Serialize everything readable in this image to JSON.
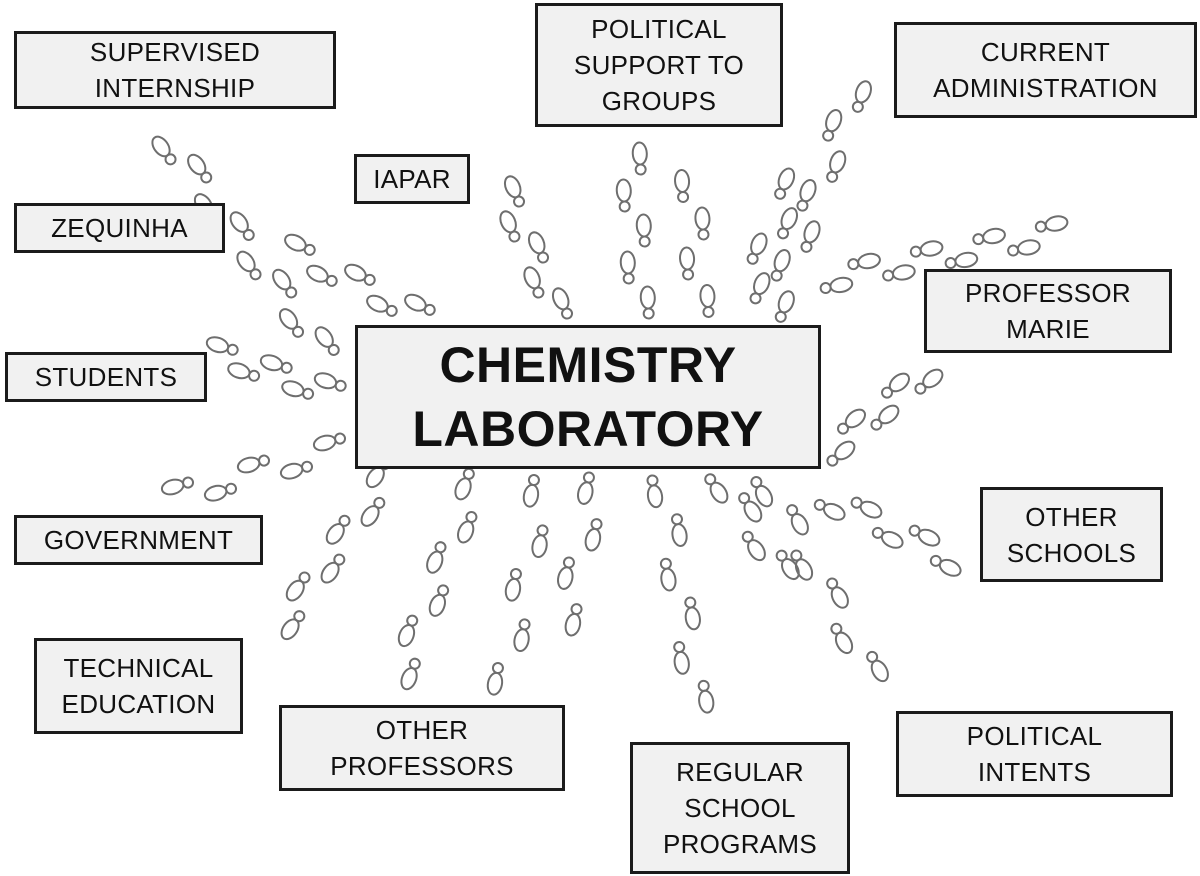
{
  "center": {
    "label": "CHEMISTRY\nLABORATORY"
  },
  "nodes": {
    "supervised_internship": "SUPERVISED\nINTERNSHIP",
    "political_support": "POLITICAL\nSUPPORT TO\nGROUPS",
    "current_administration": "CURRENT\nADMINISTRATION",
    "iapar": "IAPAR",
    "zequinha": "ZEQUINHA",
    "professor_marie": "PROFESSOR\nMARIE",
    "students": "STUDENTS",
    "government": "GOVERNMENT",
    "other_schools": "OTHER\nSCHOOLS",
    "technical_education": "TECHNICAL\nEDUCATION",
    "other_professors": "OTHER\nPROFESSORS",
    "regular_school_programs": "REGULAR\nSCHOOL\nPROGRAMS",
    "political_intents": "POLITICAL\nINTENTS"
  },
  "colors": {
    "box_fill": "#f1f1f1",
    "box_border": "#1b1b1b",
    "footprint_stroke": "#6e6e6e"
  }
}
